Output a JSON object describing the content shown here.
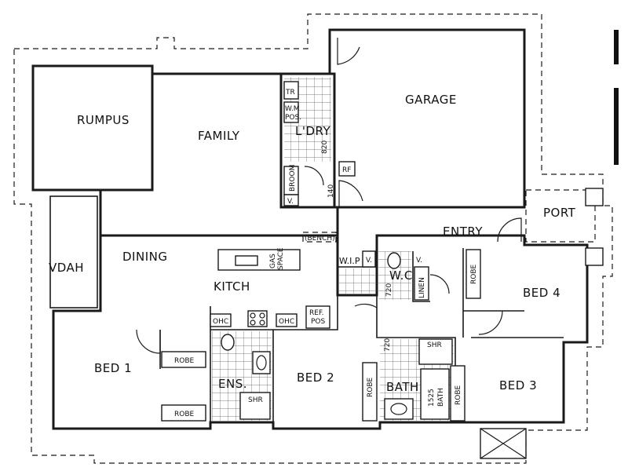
{
  "rooms": {
    "rumpus": "RUMPUS",
    "family": "FAMILY",
    "garage": "GARAGE",
    "laundry": "L'DRY",
    "port": "PORT",
    "entry": "ENTRY",
    "dining": "DINING",
    "vdah": "VDAH",
    "kitchen": "KITCH",
    "wip": "W.I.P",
    "wc": "W.C",
    "bed1": "BED 1",
    "bed2": "BED 2",
    "bed3": "BED 3",
    "bed4": "BED 4",
    "ensuite": "ENS.",
    "bath": "BATH"
  },
  "fixtures": {
    "tr": "TR",
    "wm_pos_line1": "W.M",
    "wm_pos_line2": "POS.",
    "broom": "BROOM",
    "v": "V.",
    "rf": "RF",
    "bench": "(BENCH)",
    "ref_pos_line1": "REF.",
    "ref_pos_line2": "POS",
    "ohc": "OHC",
    "robe": "ROBE",
    "linen": "LINEN",
    "shr": "SHR",
    "bath_tub_line1": "1525",
    "bath_tub_line2": "BATH",
    "gas_space_line1": "GAS",
    "gas_space_line2": "SPACE"
  },
  "dimensions": {
    "d820": "820",
    "d140": "140",
    "d720a": "720",
    "d720b": "720"
  }
}
